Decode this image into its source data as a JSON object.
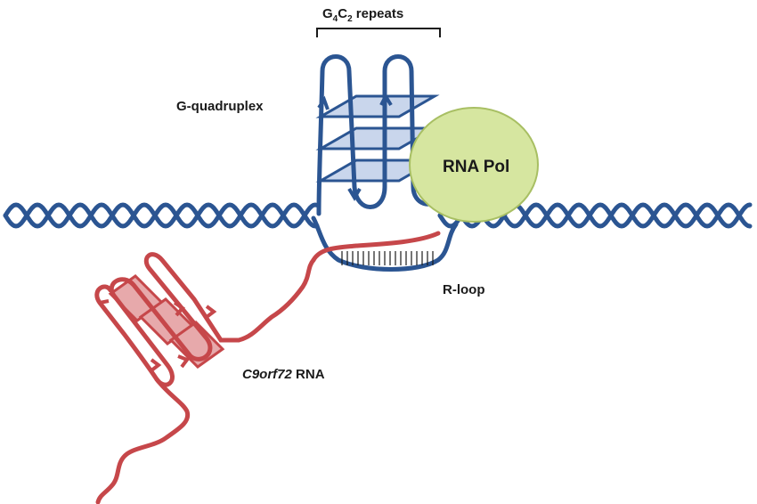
{
  "labels": {
    "repeats_base": "G",
    "repeats_sub1": "4",
    "repeats_mid": "C",
    "repeats_sub2": "2",
    "repeats_rest": " repeats",
    "g_quadruplex": "G-quadruplex",
    "rna_pol": "RNA Pol",
    "r_loop": "R-loop",
    "rna_name_italic": "C9orf72",
    "rna_name_rest": " RNA"
  },
  "colors": {
    "dna": "#2b5592",
    "rna": "#c6474a",
    "quad_plane_fill": "#c9d6ec",
    "rna_plane_fill": "#e7a9ab",
    "rna_pol_fill": "#d6e6a0",
    "rna_pol_stroke": "#a8bf63"
  }
}
